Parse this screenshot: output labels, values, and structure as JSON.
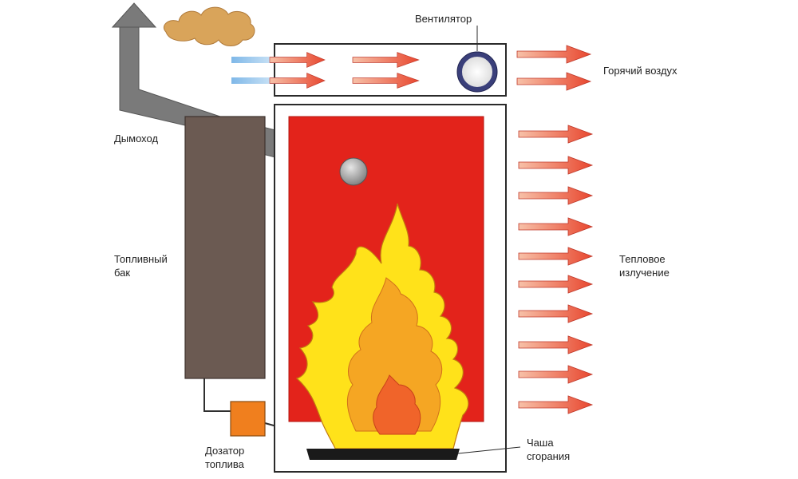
{
  "labels": {
    "chimney": "Дымоход",
    "fan": "Вентилятор",
    "hot_air": "Горячий воздух",
    "fuel_tank_line1": "Топливный",
    "fuel_tank_line2": "бак",
    "heat_radiation_line1": "Тепловое",
    "heat_radiation_line2": "излучение",
    "fuel_doser_line1": "Дозатор",
    "fuel_doser_line2": "топлива",
    "combustion_bowl_line1": "Чаша",
    "combustion_bowl_line2": "сгорания"
  },
  "colors": {
    "furnace_red": "#E3231B",
    "fuel_tank": "#6B5A52",
    "chimney": "#7A7A7A",
    "doser": "#F07F1E",
    "arrow_red": "#E8472F",
    "arrow_light": "#F7C1A8",
    "cold_air": "#7FB8E8",
    "fan_ring": "#3A3F7A",
    "smoke": "#D9A45A",
    "flame_yellow": "#FFE21A",
    "flame_orange": "#F5A623"
  },
  "icons": [
    "chimney-cap-icon",
    "smoke-cloud-icon",
    "fan-icon",
    "hot-air-arrow-icon",
    "heat-radiation-arrow-icon",
    "flame-icon"
  ]
}
